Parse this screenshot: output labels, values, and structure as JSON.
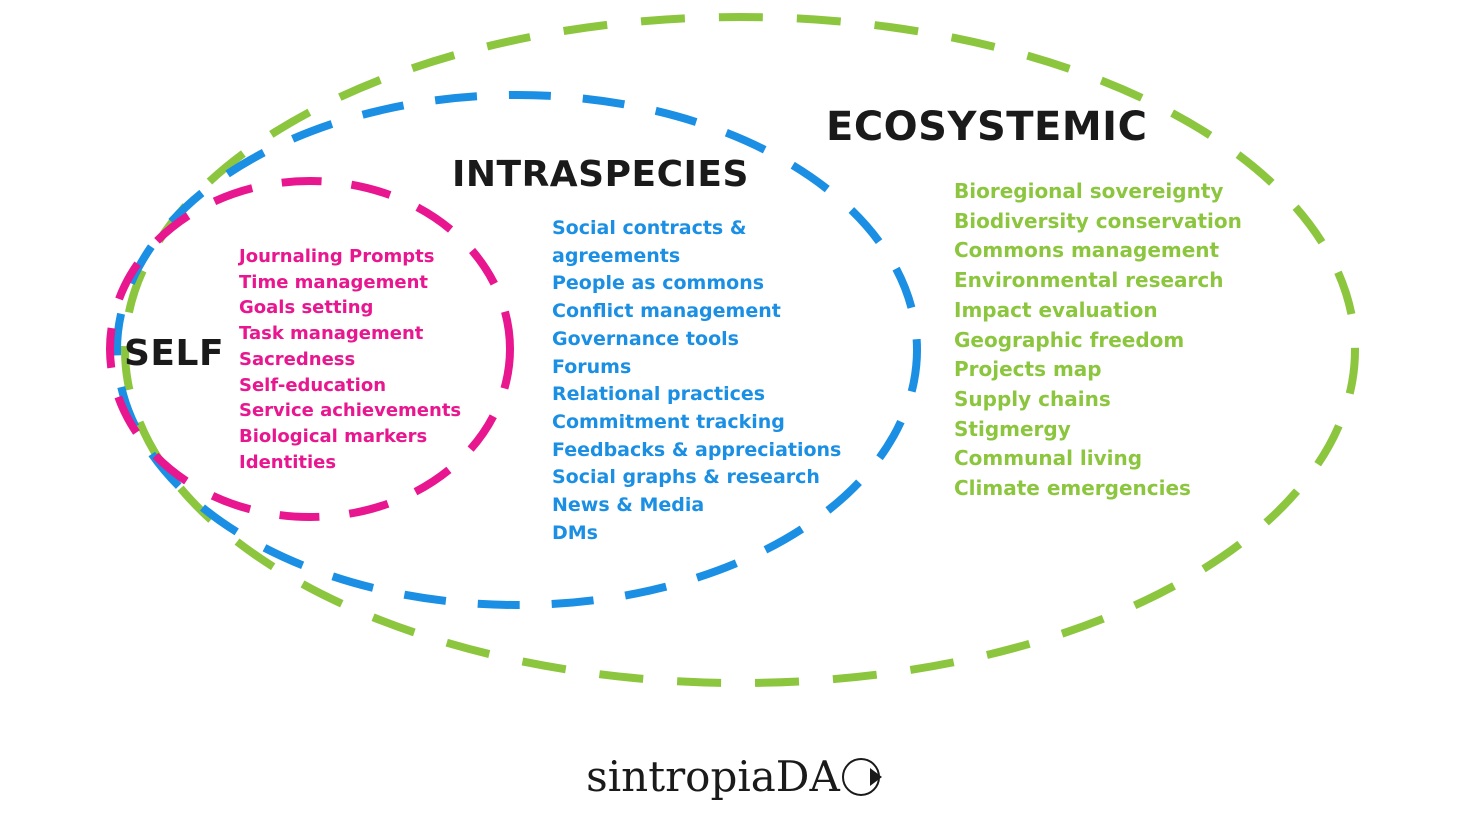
{
  "colors": {
    "self": "#e8168f",
    "intraspecies": "#1a8fe3",
    "ecosystemic": "#8cc63f",
    "heading": "#1a1a1a"
  },
  "self": {
    "title": "SELF",
    "items": [
      "Journaling Prompts",
      "Time management",
      "Goals setting",
      "Task management",
      "Sacredness",
      "Self-education",
      "Service achievements",
      "Biological markers",
      "Identities"
    ]
  },
  "intraspecies": {
    "title": "INTRASPECIES",
    "items": [
      "Social contracts &",
      "agreements",
      "People as commons",
      "Conflict management",
      "Governance tools",
      "Forums",
      "Relational practices",
      "Commitment tracking",
      "Feedbacks & appreciations",
      "Social graphs & research",
      "News & Media",
      "DMs"
    ]
  },
  "ecosystemic": {
    "title": "ECOSYSTEMIC",
    "items": [
      "Bioregional sovereignty",
      "Biodiversity conservation",
      "Commons management",
      "Environmental research",
      "Impact evaluation",
      "Geographic freedom",
      "Projects map",
      "Supply chains",
      "Stigmergy",
      "Communal living",
      "Climate emergencies"
    ]
  },
  "logo": {
    "text": "sintropiaDA"
  }
}
